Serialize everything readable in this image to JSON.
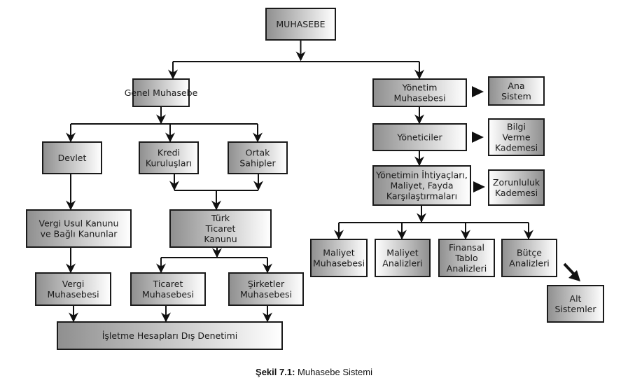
{
  "diagram": {
    "title": "MUHASEBE",
    "nodes": {
      "muhasebe": [
        "MUHASEBE"
      ],
      "genel": [
        "Genel Muhasebe"
      ],
      "yonetim": [
        "Yönetim",
        "Muhasebesi"
      ],
      "ana_sistem": [
        "Ana",
        "Sistem"
      ],
      "yoneticiler": [
        "Yöneticiler"
      ],
      "bilgi_verme": [
        "Bilgi",
        "Verme",
        "Kademesi"
      ],
      "ihtiyaclar": [
        "Yönetimin İhtiyaçları,",
        "Maliyet, Fayda",
        "Karşılaştırmaları"
      ],
      "zorunluluk": [
        "Zorunluluk",
        "Kademesi"
      ],
      "devlet": [
        "Devlet"
      ],
      "kredi": [
        "Kredi",
        "Kuruluşları"
      ],
      "ortak": [
        "Ortak",
        "Sahipler"
      ],
      "vergi_usul": [
        "Vergi Usul Kanunu",
        "ve Bağlı Kanunlar"
      ],
      "ttk": [
        "Türk",
        "Ticaret",
        "Kanunu"
      ],
      "vergi_muh": [
        "Vergi",
        "Muhasebesi"
      ],
      "ticaret_muh": [
        "Ticaret",
        "Muhasebesi"
      ],
      "sirketler_muh": [
        "Şirketler",
        "Muhasebesi"
      ],
      "dis_denetim": [
        "İşletme Hesapları Dış Denetimi"
      ],
      "maliyet_muh": [
        "Maliyet",
        "Muhasebesi"
      ],
      "maliyet_anl": [
        "Maliyet",
        "Analizleri"
      ],
      "finansal": [
        "Finansal",
        "Tablo",
        "Analizleri"
      ],
      "butce": [
        "Bütçe",
        "Analizleri"
      ],
      "alt_sistemler": [
        "Alt",
        "Sistemler"
      ]
    },
    "edges": [
      [
        "muhasebe",
        "genel"
      ],
      [
        "muhasebe",
        "yonetim"
      ],
      [
        "genel",
        "devlet"
      ],
      [
        "genel",
        "kredi"
      ],
      [
        "genel",
        "ortak"
      ],
      [
        "devlet",
        "vergi_usul"
      ],
      [
        "kredi",
        "ttk"
      ],
      [
        "ortak",
        "ttk"
      ],
      [
        "vergi_usul",
        "vergi_muh"
      ],
      [
        "ttk",
        "ticaret_muh"
      ],
      [
        "ttk",
        "sirketler_muh"
      ],
      [
        "vergi_muh",
        "dis_denetim"
      ],
      [
        "ticaret_muh",
        "dis_denetim"
      ],
      [
        "sirketler_muh",
        "dis_denetim"
      ],
      [
        "yonetim",
        "yoneticiler"
      ],
      [
        "yoneticiler",
        "ihtiyaclar"
      ],
      [
        "yonetim",
        "ana_sistem"
      ],
      [
        "yoneticiler",
        "bilgi_verme"
      ],
      [
        "ihtiyaclar",
        "zorunluluk"
      ],
      [
        "ihtiyaclar",
        "maliyet_muh"
      ],
      [
        "ihtiyaclar",
        "maliyet_anl"
      ],
      [
        "ihtiyaclar",
        "finansal"
      ],
      [
        "ihtiyaclar",
        "butce"
      ],
      [
        "butce",
        "alt_sistemler"
      ]
    ]
  },
  "caption": {
    "label": "Şekil 7.1:",
    "text": " Muhasebe Sistemi"
  }
}
